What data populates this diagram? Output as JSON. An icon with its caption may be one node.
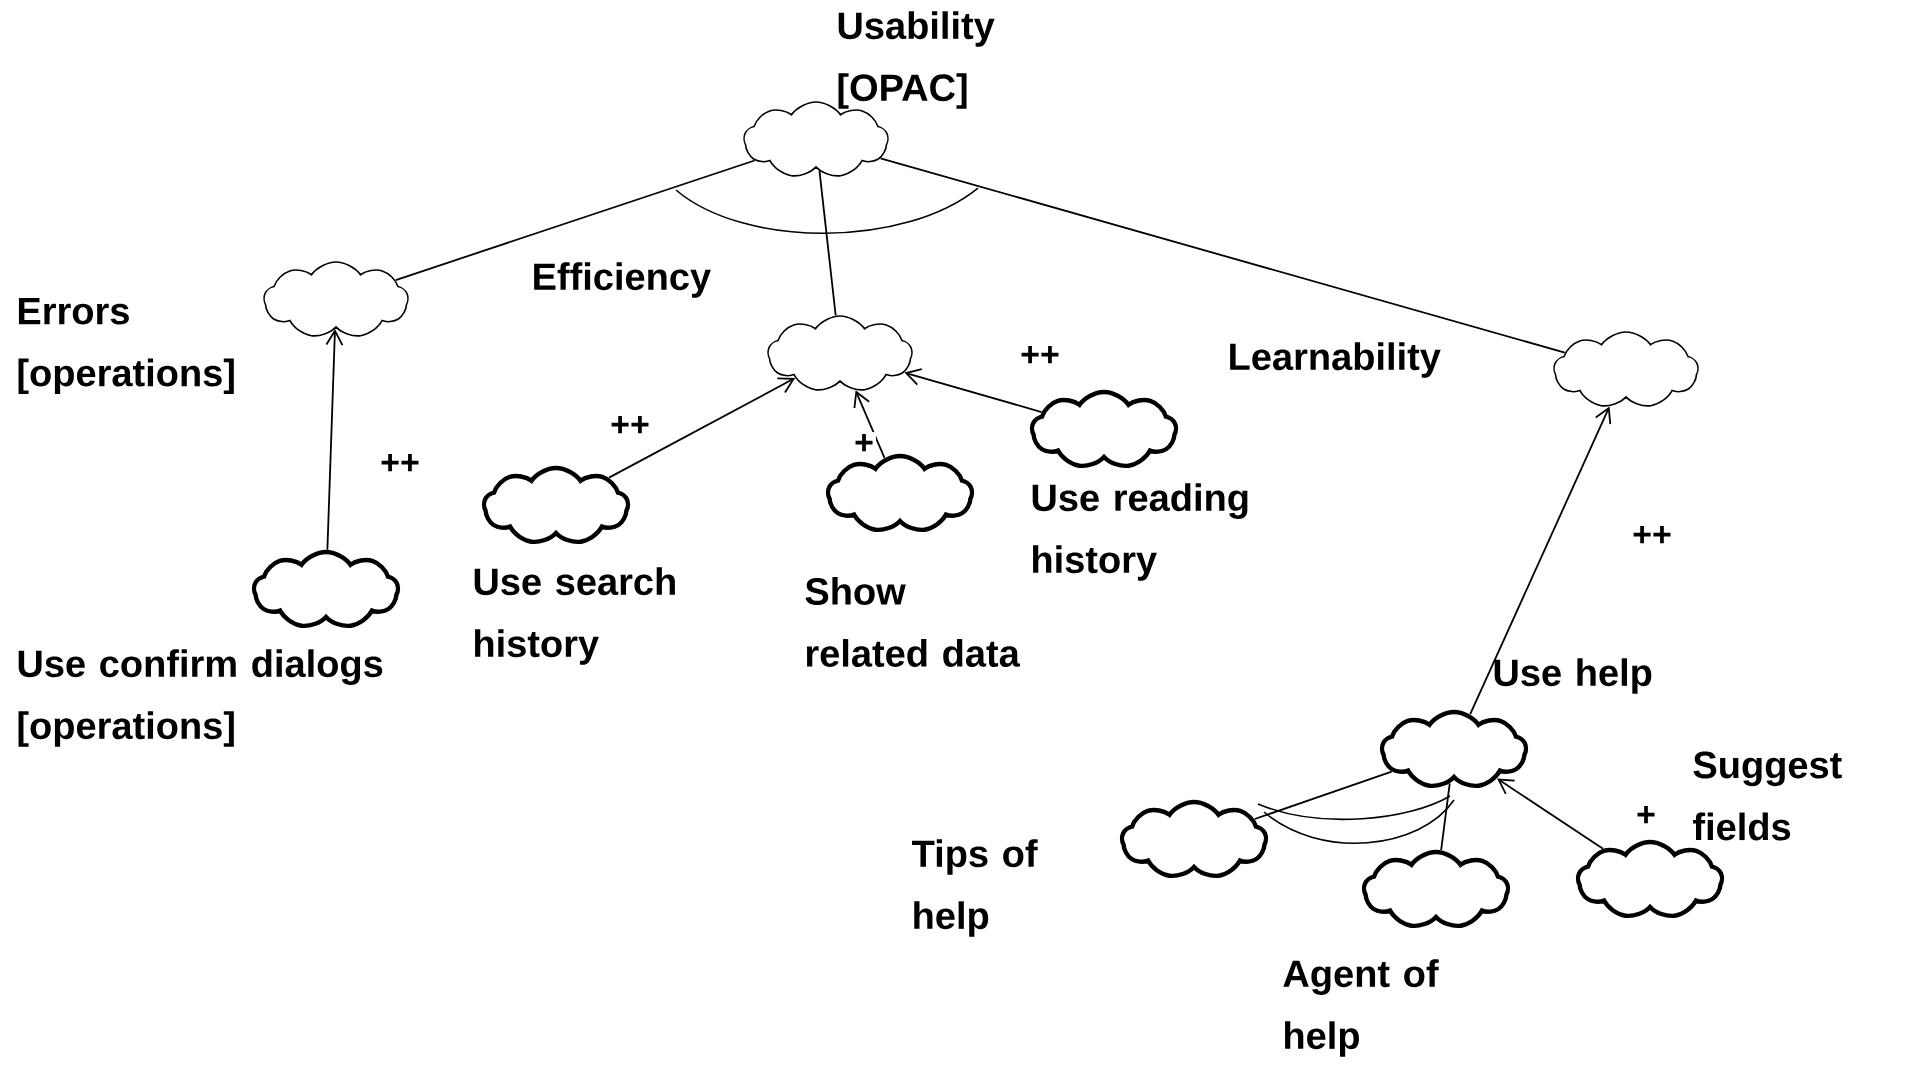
{
  "diagram": {
    "nodes": [
      {
        "text": [
          "Usability [OPAC]"
        ]
      },
      {
        "text": [
          "Errors [operations]"
        ]
      },
      {
        "text": [
          "Efficiency"
        ]
      },
      {
        "text": [
          "Learnability"
        ]
      },
      {
        "text": [
          "Use confirm dialogs [operations]"
        ]
      },
      {
        "text": [
          "Use search history"
        ]
      },
      {
        "text": [
          "Show related data"
        ]
      },
      {
        "text": [
          "Use reading history"
        ]
      },
      {
        "text": [
          "Use help"
        ]
      },
      {
        "text": [
          "Tips of help"
        ]
      },
      {
        "text": [
          "Agent of help"
        ]
      },
      {
        "text": [
          "Suggest fields"
        ]
      }
    ],
    "edges": [
      {
        "from": 0,
        "to": 1,
        "arrow": "none"
      },
      {
        "from": 0,
        "to": 2,
        "arrow": "none"
      },
      {
        "from": 0,
        "to": 3,
        "arrow": "none"
      },
      {
        "from": 4,
        "to": 1,
        "arrow": "to",
        "label": "++"
      },
      {
        "from": 5,
        "to": 2,
        "arrow": "to",
        "label": "++"
      },
      {
        "from": 6,
        "to": 2,
        "arrow": "to",
        "label": "+"
      },
      {
        "from": 7,
        "to": 2,
        "arrow": "to",
        "label": "++"
      },
      {
        "from": 8,
        "to": 3,
        "arrow": "to",
        "label": "++"
      },
      {
        "from": 9,
        "to": 8,
        "arrow": "none"
      },
      {
        "from": 10,
        "to": 8,
        "arrow": "none"
      },
      {
        "from": 11,
        "to": 8,
        "arrow": "to",
        "label": "+"
      }
    ]
  }
}
